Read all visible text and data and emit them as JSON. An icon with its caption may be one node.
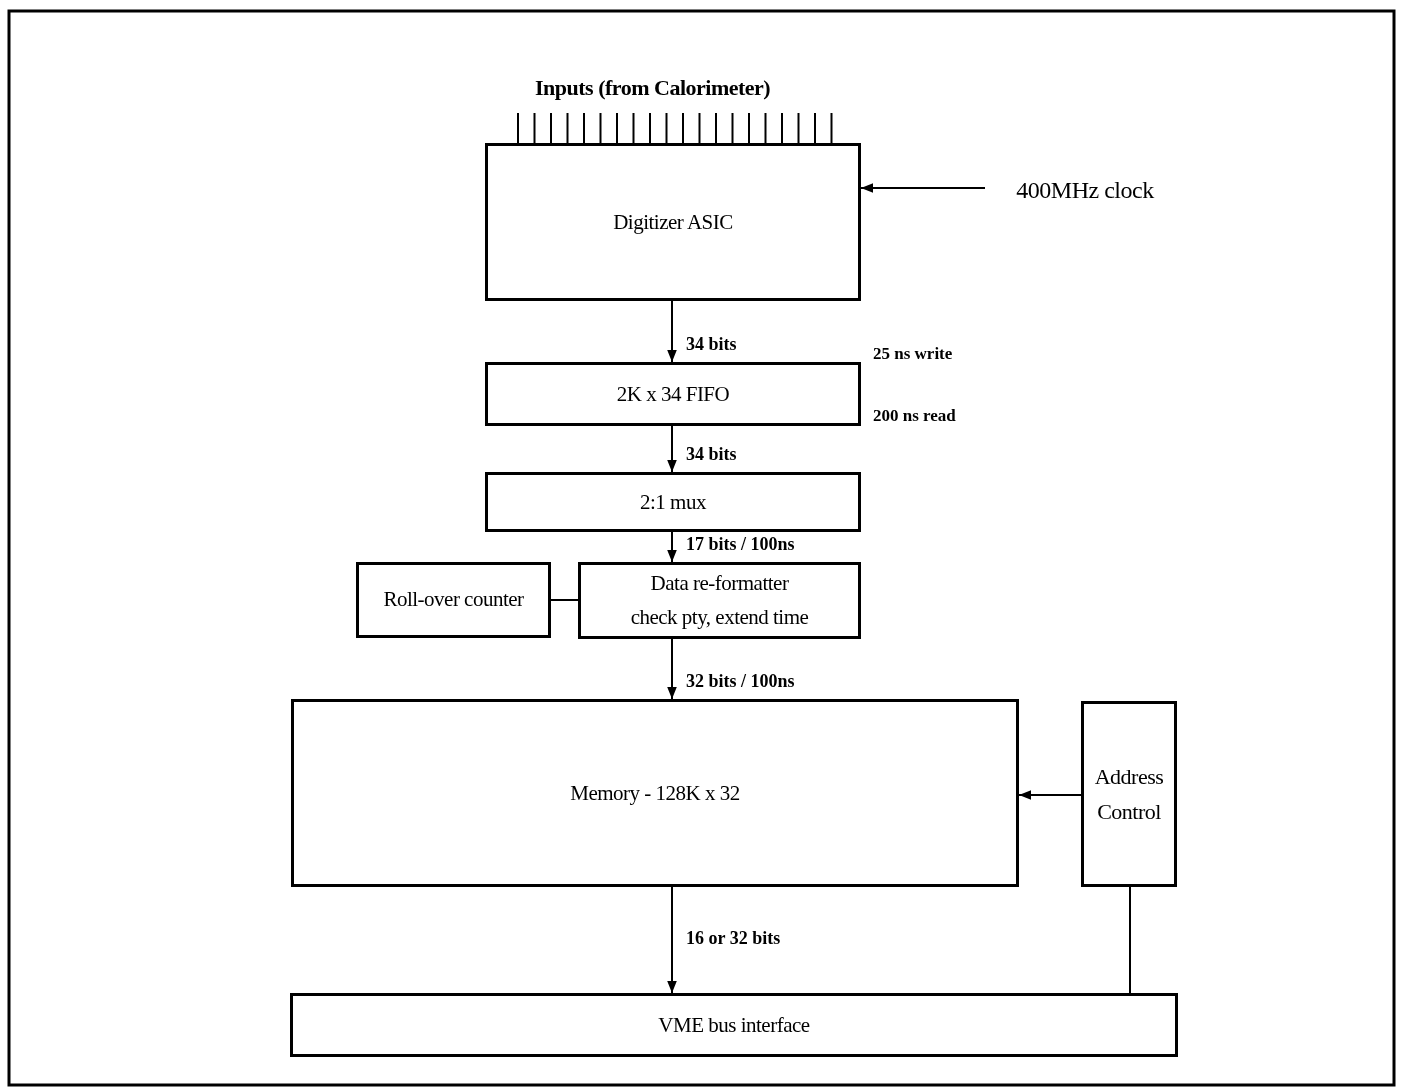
{
  "diagram": {
    "nodes": [
      {
        "text": [
          "Digitizer ASIC"
        ]
      },
      {
        "text": [
          "400MHz clock"
        ]
      },
      {
        "text": [
          "2K x 34 FIFO"
        ],
        "beside": [
          "25 ns write",
          "200 ns read"
        ]
      },
      {
        "text": [
          "2:1 mux"
        ]
      },
      {
        "text": [
          "Roll-over counter"
        ]
      },
      {
        "text": [
          "Data re-formatter",
          "check pty, extend time"
        ]
      },
      {
        "text": [
          "Memory - 128K x 32"
        ]
      },
      {
        "text": [
          "Address Control"
        ]
      },
      {
        "text": [
          "VME bus interface"
        ]
      }
    ],
    "edges": [
      {
        "from": 0,
        "to": 2,
        "arrow": "to",
        "label": "34 bits"
      },
      {
        "from": 1,
        "to": 0,
        "arrow": "to"
      },
      {
        "from": 2,
        "to": 3,
        "arrow": "to",
        "label": "34 bits"
      },
      {
        "from": 3,
        "to": 5,
        "arrow": "to",
        "label": "17 bits / 100ns"
      },
      {
        "from": 4,
        "to": 5,
        "arrow": "none"
      },
      {
        "from": 5,
        "to": 6,
        "arrow": "to",
        "label": "32 bits / 100ns"
      },
      {
        "from": 7,
        "to": 6,
        "arrow": "to"
      },
      {
        "from": 6,
        "to": 8,
        "arrow": "to",
        "label": "16 or 32 bits"
      },
      {
        "from": 7,
        "to": 8,
        "arrow": "none"
      }
    ],
    "labels": [
      "Inputs (from Calorimeter)"
    ]
  }
}
